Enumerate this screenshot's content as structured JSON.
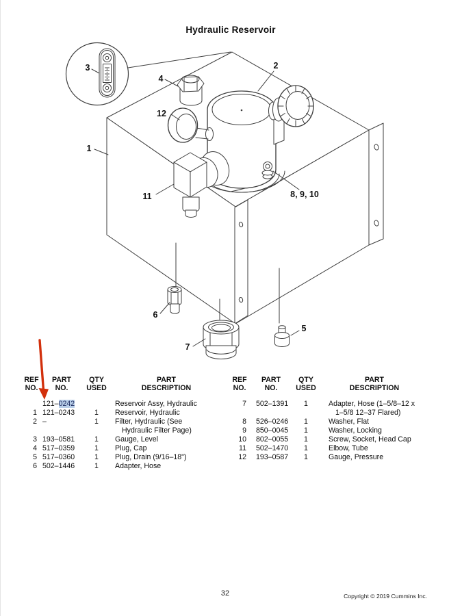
{
  "title": "Hydraulic Reservoir",
  "theme": {
    "line": "#3d3d3d",
    "arrow": "#d2300c",
    "highlight_bg": "#b9cfe9",
    "highlight_text": "#1c2b60"
  },
  "diagram": {
    "callouts": {
      "tank": "1",
      "fill_cap": "2",
      "level_gauge": "3",
      "plug_cap": "4",
      "plug_drain": "5",
      "adapter_hose": "6",
      "plug_large": "7",
      "screw_group": "8, 9, 10",
      "elbow": "11",
      "pressure_gauge": "12"
    }
  },
  "table_headers": {
    "ref1": "REF",
    "ref2": "NO.",
    "part1": "PART",
    "part2": "NO.",
    "qty1": "QTY",
    "qty2": "USED",
    "desc1": "PART",
    "desc2": "DESCRIPTION"
  },
  "parts_left": {
    "rows": [
      {
        "ref": "",
        "part_prefix": "121–",
        "part_highlight": "0242",
        "qty": "",
        "desc": "Reservoir Assy, Hydraulic"
      },
      {
        "ref": "1",
        "part": "121–0243",
        "qty": "1",
        "desc": "Reservoir, Hydraulic"
      },
      {
        "ref": "2",
        "part": "–",
        "qty": "1",
        "desc": "Filter, Hydraulic (See",
        "desc2": "Hydraulic Filter Page)"
      },
      {
        "ref": "3",
        "part": "193–0581",
        "qty": "1",
        "desc": "Gauge, Level"
      },
      {
        "ref": "4",
        "part": "517–0359",
        "qty": "1",
        "desc": "Plug, Cap"
      },
      {
        "ref": "5",
        "part": "517–0360",
        "qty": "1",
        "desc": "Plug, Drain (9/16–18\")"
      },
      {
        "ref": "6",
        "part": "502–1446",
        "qty": "1",
        "desc": "Adapter, Hose"
      }
    ]
  },
  "parts_right": {
    "rows": [
      {
        "ref": "7",
        "part": "502–1391",
        "qty": "1",
        "desc": "Adapter, Hose (1–5/8–12 x",
        "desc2": "1–5/8 12–37 Flared)"
      },
      {
        "ref": "8",
        "part": "526–0246",
        "qty": "1",
        "desc": "Washer, Flat"
      },
      {
        "ref": "9",
        "part": "850–0045",
        "qty": "1",
        "desc": "Washer, Locking"
      },
      {
        "ref": "10",
        "part": "802–0055",
        "qty": "1",
        "desc": "Screw, Socket, Head Cap"
      },
      {
        "ref": "11",
        "part": "502–1470",
        "qty": "1",
        "desc": "Elbow, Tube"
      },
      {
        "ref": "12",
        "part": "193–0587",
        "qty": "1",
        "desc": "Gauge, Pressure"
      }
    ]
  },
  "footer": {
    "page_number": "32",
    "copyright": "Copyright © 2019 Cummins Inc."
  }
}
